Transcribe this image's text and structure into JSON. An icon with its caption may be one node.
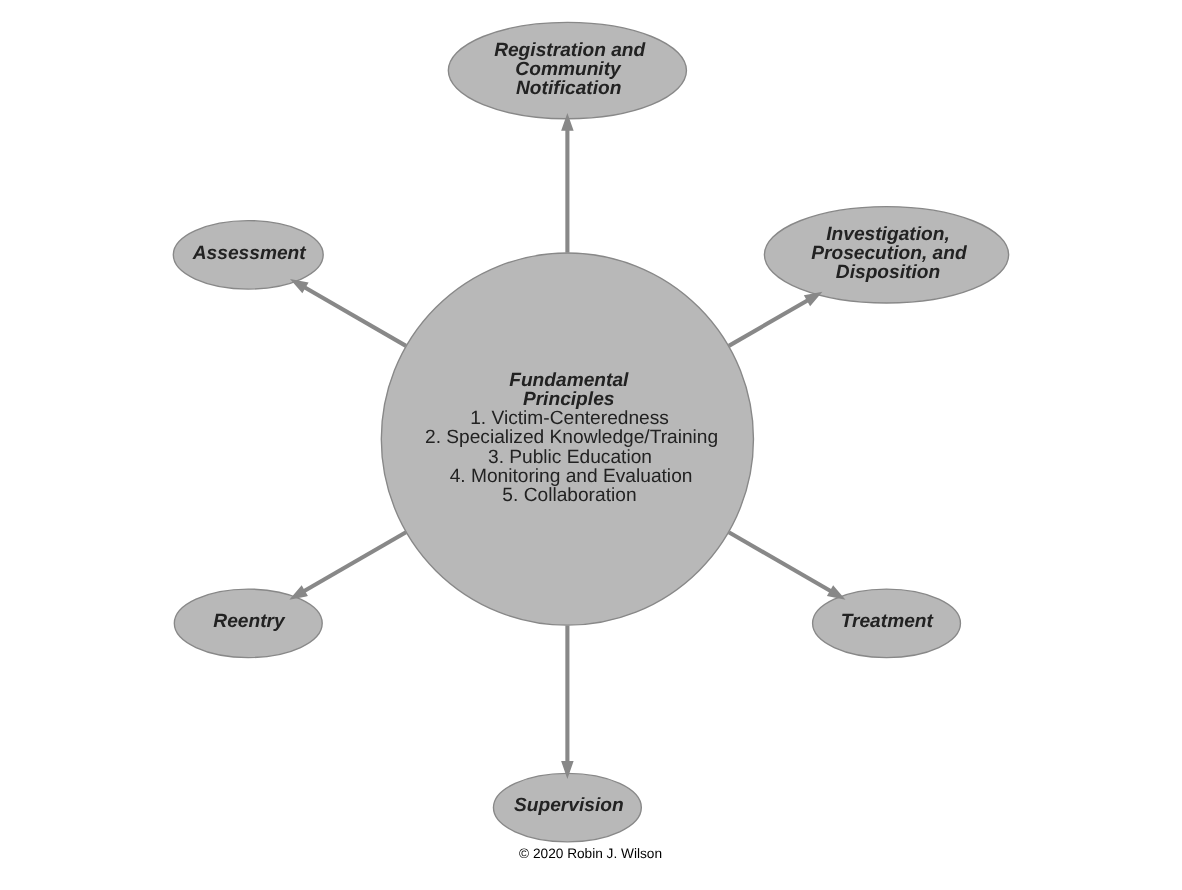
{
  "diagram": {
    "caption": "© 2020 Robin J. Wilson",
    "nodes": [
      {
        "text": [
          "Fundamental Principles",
          "1. Victim-Centeredness",
          "2. Specialized Knowledge/Training",
          "3. Public Education",
          "4. Monitoring and Evaluation",
          "5. Collaboration"
        ]
      },
      {
        "text": [
          "Investigation, Prosecution, and Disposition"
        ]
      },
      {
        "text": [
          "Registration and Community Notification"
        ]
      },
      {
        "text": [
          "Assessment"
        ]
      },
      {
        "text": [
          "Reentry"
        ]
      },
      {
        "text": [
          "Supervision"
        ]
      },
      {
        "text": [
          "Treatment"
        ]
      }
    ],
    "edges": [
      {
        "from": 0,
        "to": 1,
        "arrow": "to"
      },
      {
        "from": 0,
        "to": 2,
        "arrow": "to"
      },
      {
        "from": 0,
        "to": 3,
        "arrow": "to"
      },
      {
        "from": 0,
        "to": 4,
        "arrow": "to"
      },
      {
        "from": 0,
        "to": 5,
        "arrow": "to"
      },
      {
        "from": 0,
        "to": 6,
        "arrow": "to"
      }
    ]
  }
}
